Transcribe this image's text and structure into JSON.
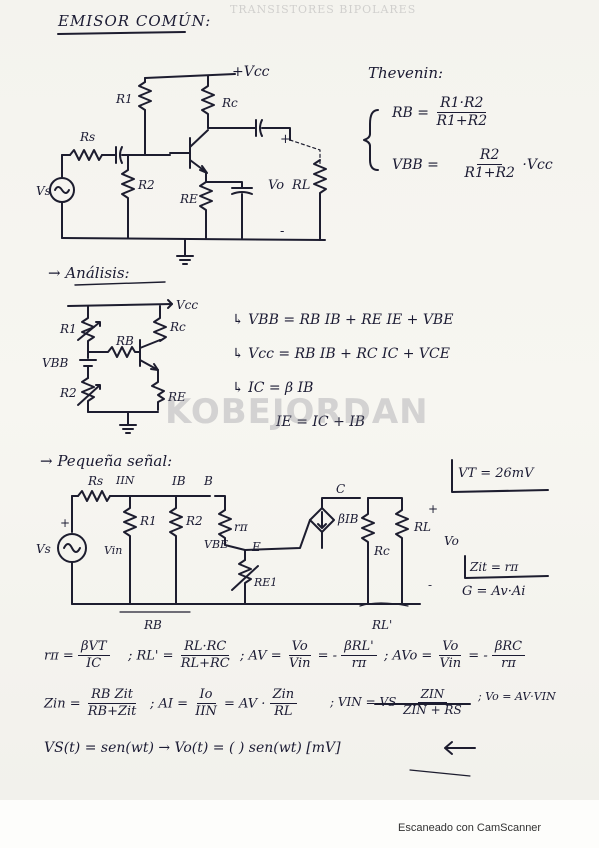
{
  "header": {
    "title": "EMISOR COMÚN:",
    "bleed_title": "TRANSISTORES BIPOLARES"
  },
  "circuit1": {
    "vcc": "+Vcc",
    "r1": "R1",
    "rc": "Rc",
    "rs": "Rs",
    "r2": "R2",
    "re": "RE",
    "vs": "Vs",
    "vo": "Vo",
    "rl": "RL",
    "plus": "+",
    "minus": "-"
  },
  "thevenin": {
    "title": "Thevenin:",
    "rb_lhs": "RB =",
    "rb_num": "R1·R2",
    "rb_den": "R1+R2",
    "vbb_lhs": "VBB =",
    "vbb_num": "R2",
    "vbb_den": "R1+R2",
    "vbb_tail": "·Vcc"
  },
  "analysis": {
    "title": "→ Análisis:",
    "vcc": "Vcc",
    "r1": "R1",
    "rb": "RB",
    "rc": "Rc",
    "vbb": "VBB",
    "r2": "R2",
    "re": "RE",
    "eq1": "↳ VBB = RB IB + RE IE + VBE",
    "eq2": "↳ Vcc = RB IB + RC IC + VCE",
    "eq3": "↳ IC = β IB",
    "eq4": "IE = IC + IB"
  },
  "watermark": "KOBEJORDAN",
  "small_signal": {
    "title": "→ Pequeña señal:",
    "vt": "VT = 26mV",
    "rs": "Rs",
    "iin": "IIN",
    "ib": "IB",
    "b": "B",
    "c": "C",
    "e": "E",
    "r1": "R1",
    "r2": "R2",
    "rpi": "rπ",
    "beta_ib": "βIB",
    "rc": "Rc",
    "rl": "RL",
    "vs": "Vs",
    "vin": "Vin",
    "vbe": "VBE",
    "re1": "RE1",
    "vo": "Vo",
    "plus": "+",
    "minus": "-",
    "zit": "Zit = rπ",
    "g": "G = Av·Ai",
    "rb_under": "RB",
    "rl_prime": "RL'"
  },
  "formulas": {
    "rpi_lhs": "rπ =",
    "rpi_num": "βVT",
    "rpi_den": "IC",
    "rlp_lhs": "; RL' =",
    "rlp_num": "RL·RC",
    "rlp_den": "RL+RC",
    "av_lhs": "; AV =",
    "av_num": "Vo",
    "av_den": "Vin",
    "av_eq": "= -",
    "av2_num": "βRL'",
    "av2_den": "rπ",
    "avo_lhs": "; AVo =",
    "avo_num": "Vo",
    "avo_den": "Vin",
    "avo_eq": "= -",
    "avo2_num": "βRC",
    "avo2_den": "rπ",
    "zin_lhs": "Zin =",
    "zin_num": "RB Zit",
    "zin_den": "RB+Zit",
    "ai_lhs": "; AI =",
    "ai_num": "Io",
    "ai_den": "IIN",
    "ai_eq": "= AV ·",
    "ai2_num": "Zin",
    "ai2_den": "RL",
    "vin_lhs": "; VIN = VS",
    "vin_num": "ZIN",
    "vin_den": "ZIN + RS",
    "vo_eq": "; Vo = AV·VIN",
    "last_line": "VS(t) = sen(wt) → Vo(t) = (     ) sen(wt) [mV]"
  },
  "footer": "Escaneado con CamScanner"
}
